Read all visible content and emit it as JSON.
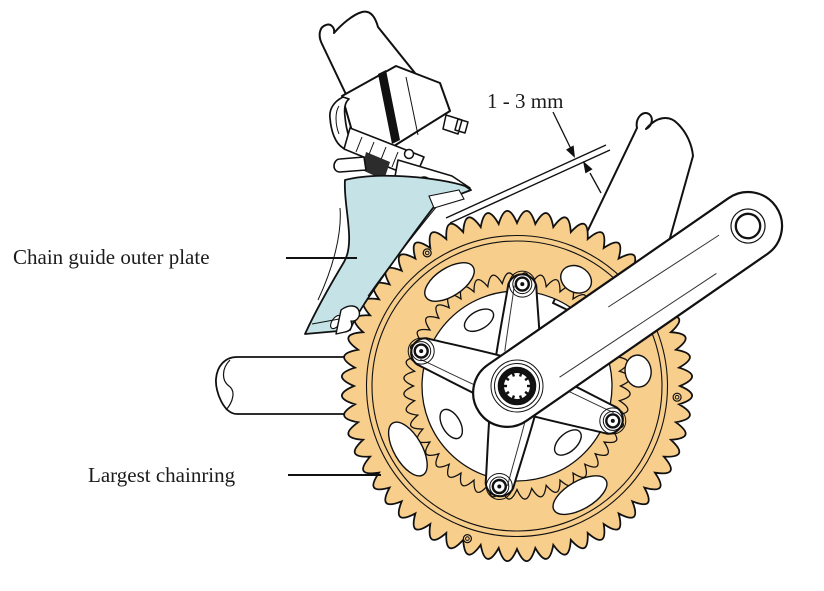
{
  "diagram": {
    "labels": {
      "chain_guide_outer_plate": "Chain guide outer plate",
      "largest_chainring": "Largest chainring",
      "clearance": "1 - 3 mm"
    },
    "colors": {
      "chainring": "#F8CE8C",
      "chain_guide_plate": "#C5E3E6",
      "line": "#111111",
      "background": "#FFFFFF"
    }
  }
}
